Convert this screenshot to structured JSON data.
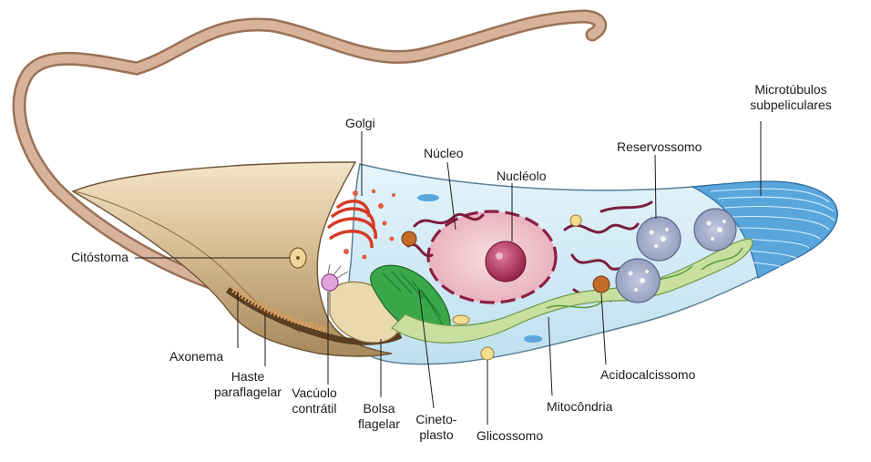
{
  "labels": {
    "golgi": "Golgi",
    "nucleo": "Núcleo",
    "nucleolo": "Nucléolo",
    "reservossomo": "Reservossomo",
    "microtubulos_1": "Microtúbulos",
    "microtubulos_2": "subpeliculares",
    "citostoma": "Citóstoma",
    "axonema": "Axonema",
    "haste_1": "Haste",
    "haste_2": "paraflagelar",
    "vacuolo_1": "Vacúolo",
    "vacuolo_2": "contrátil",
    "bolsa_1": "Bolsa",
    "bolsa_2": "flagelar",
    "cineto_1": "Cineto-",
    "cineto_2": "plasto",
    "glicossomo": "Glicossomo",
    "mitocondria": "Mitocôndria",
    "acidocalcissomo": "Acidocalcissomo"
  },
  "colors": {
    "flagellum": "#c9a288",
    "anterior_body": "#cdb48a",
    "cytoplasm": "#d4ecf7",
    "microtubules": "#5fa8dc",
    "nucleus": "#f2c8d2",
    "nucleus_border": "#8c1f43",
    "nucleolus": "#a0284e",
    "kinetoplast": "#2f9e3f",
    "mitochondrion": "#c9dfa0",
    "golgi": "#d8402a",
    "reservosome": "#9fa9c7"
  }
}
